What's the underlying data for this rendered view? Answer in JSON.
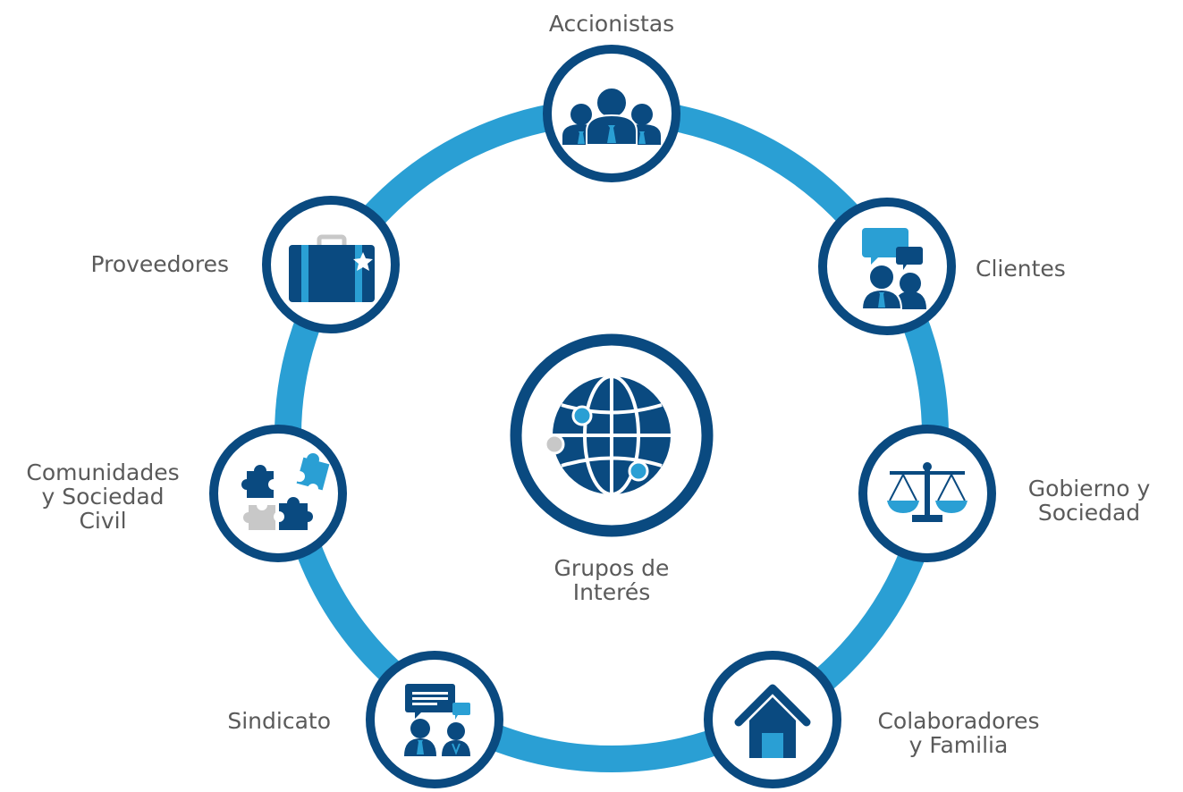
{
  "colors": {
    "ring": "#2a9fd4",
    "navy": "#0a4a80",
    "light_blue": "#2a9fd4",
    "grey": "#c8c8c8",
    "text": "#5a5a5a"
  },
  "center": {
    "label": "Grupos de\nInterés",
    "icon": "globe-icon"
  },
  "nodes": [
    {
      "id": "accionistas",
      "label": "Accionistas",
      "icon": "people-group-icon"
    },
    {
      "id": "clientes",
      "label": "Clientes",
      "icon": "customer-chat-icon"
    },
    {
      "id": "gobierno",
      "label": "Gobierno y\nSociedad",
      "icon": "scales-icon"
    },
    {
      "id": "colaboradores",
      "label": "Colaboradores\ny Familia",
      "icon": "house-icon"
    },
    {
      "id": "sindicato",
      "label": "Sindicato",
      "icon": "meeting-chat-icon"
    },
    {
      "id": "comunidades",
      "label": "Comunidades\ny Sociedad\nCivil",
      "icon": "puzzle-icon"
    },
    {
      "id": "proveedores",
      "label": "Proveedores",
      "icon": "suitcase-icon"
    }
  ]
}
